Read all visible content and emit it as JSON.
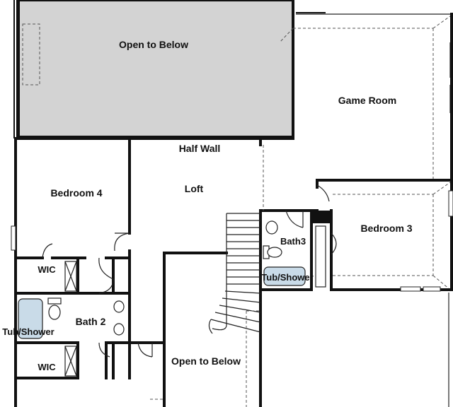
{
  "plan": {
    "rooms": {
      "open_below_top": "Open to Below",
      "game_room": "Game Room",
      "half_wall": "Half Wall",
      "loft": "Loft",
      "bedroom4": "Bedroom 4",
      "bedroom3": "Bedroom 3",
      "bath3": "Bath3",
      "tub_shower_right": "Tub/Shower",
      "wic_top": "WIC",
      "tub_shower_left": "Tub/Shower",
      "bath2": "Bath 2",
      "wic_bottom": "WIC",
      "open_below_bottom": "Open to Below"
    },
    "colors": {
      "wall": "#111111",
      "open_to_below_fill": "#d3d3d3",
      "fixture_fill": "#c9dbe8"
    }
  }
}
